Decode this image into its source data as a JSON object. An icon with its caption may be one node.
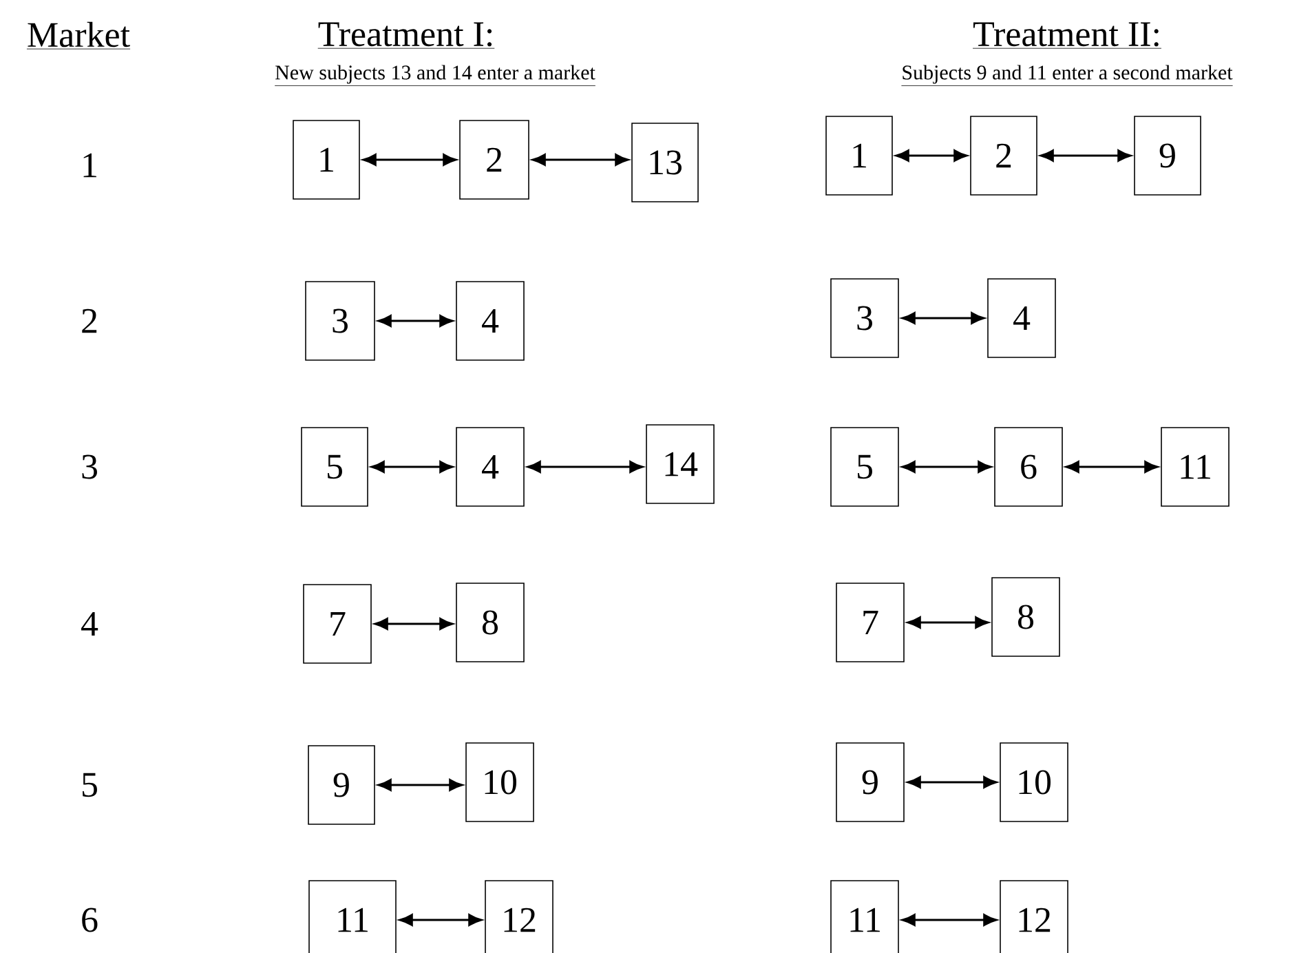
{
  "diagram": {
    "nodes": [
      {
        "text": [
          "1"
        ]
      },
      {
        "text": [
          "2"
        ]
      },
      {
        "text": [
          "13"
        ]
      },
      {
        "text": [
          "1"
        ]
      },
      {
        "text": [
          "2"
        ]
      },
      {
        "text": [
          "9"
        ]
      },
      {
        "text": [
          "3"
        ]
      },
      {
        "text": [
          "4"
        ]
      },
      {
        "text": [
          "3"
        ]
      },
      {
        "text": [
          "4"
        ]
      },
      {
        "text": [
          "5"
        ]
      },
      {
        "text": [
          "4"
        ]
      },
      {
        "text": [
          "14"
        ]
      },
      {
        "text": [
          "5"
        ]
      },
      {
        "text": [
          "6"
        ]
      },
      {
        "text": [
          "11"
        ]
      },
      {
        "text": [
          "7"
        ]
      },
      {
        "text": [
          "8"
        ]
      },
      {
        "text": [
          "7"
        ]
      },
      {
        "text": [
          "8"
        ]
      },
      {
        "text": [
          "9"
        ]
      },
      {
        "text": [
          "10"
        ]
      },
      {
        "text": [
          "9"
        ]
      },
      {
        "text": [
          "10"
        ]
      },
      {
        "text": [
          "11"
        ]
      },
      {
        "text": [
          "12"
        ]
      },
      {
        "text": [
          "11"
        ]
      },
      {
        "text": [
          "12"
        ]
      }
    ],
    "edges": [
      {
        "from": 0,
        "to": 1,
        "arrow": "both"
      },
      {
        "from": 1,
        "to": 2,
        "arrow": "both"
      },
      {
        "from": 3,
        "to": 4,
        "arrow": "both"
      },
      {
        "from": 4,
        "to": 5,
        "arrow": "both"
      },
      {
        "from": 6,
        "to": 7,
        "arrow": "both"
      },
      {
        "from": 8,
        "to": 9,
        "arrow": "both"
      },
      {
        "from": 10,
        "to": 11,
        "arrow": "both"
      },
      {
        "from": 11,
        "to": 12,
        "arrow": "both"
      },
      {
        "from": 13,
        "to": 14,
        "arrow": "both"
      },
      {
        "from": 14,
        "to": 15,
        "arrow": "both"
      },
      {
        "from": 16,
        "to": 17,
        "arrow": "both"
      },
      {
        "from": 18,
        "to": 19,
        "arrow": "both"
      },
      {
        "from": 20,
        "to": 21,
        "arrow": "both"
      },
      {
        "from": 22,
        "to": 23,
        "arrow": "both"
      },
      {
        "from": 24,
        "to": 25,
        "arrow": "both"
      },
      {
        "from": 26,
        "to": 27,
        "arrow": "both"
      }
    ],
    "labels": [
      "Market",
      "Treatment I:",
      "Treatment II:",
      "New subjects 13 and 14 enter a market",
      "Subjects 9 and 11 enter a second market",
      "1",
      "2",
      "3",
      "4",
      "5",
      "6"
    ]
  }
}
